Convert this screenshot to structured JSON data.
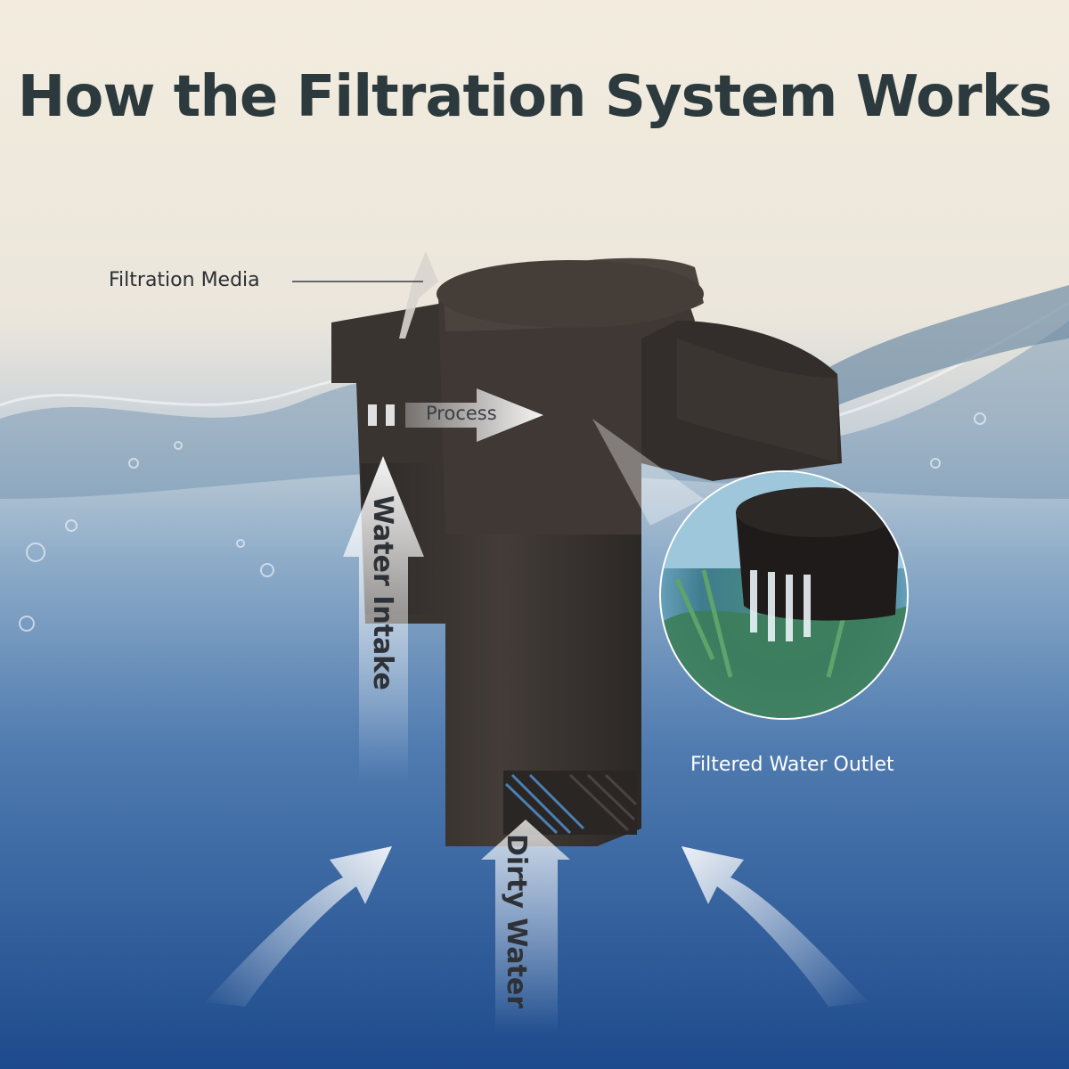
{
  "title": "How the Filtration System Works",
  "labels": {
    "filtration_media": "Filtration Media",
    "process": "Process",
    "water_intake": "Water Intake",
    "dirty_water": "Dirty Water",
    "filtered_water_outlet": "Filtered Water Outlet"
  },
  "colors": {
    "sky_top": "#f2ebdd",
    "water_mid": "#7ea2c4",
    "water_deep": "#1e4b8e",
    "filter_body": "#3c3633",
    "title_text": "#2c3a3e"
  },
  "icons": [
    "up-arrow-icon",
    "right-arrow-icon",
    "curved-arrow-icon"
  ]
}
